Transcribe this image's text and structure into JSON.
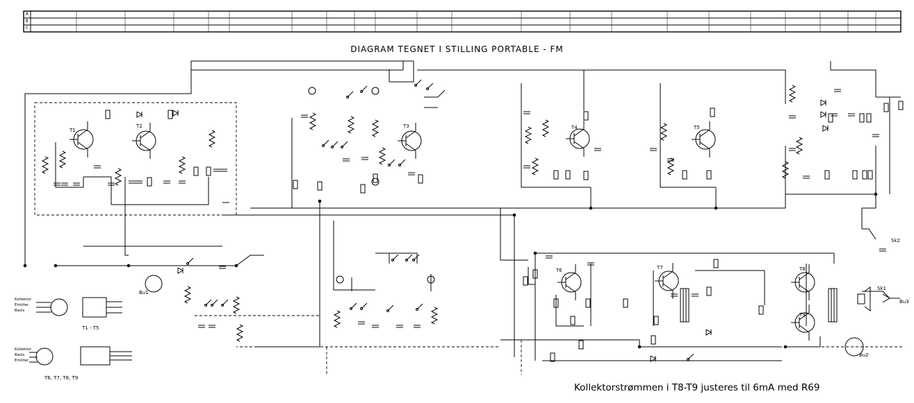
{
  "header_strip": {
    "rows": [
      "A",
      "B",
      "C"
    ]
  },
  "title": "DIAGRAM TEGNET I STILLING PORTABLE - FM",
  "note": "Kollektorstrømmen i T8-T9 justeres til 6mA med R69",
  "pinout_legends": [
    {
      "pins": [
        "Kollektor",
        "Emitter",
        "Basis"
      ],
      "caption": "T1 - T5"
    },
    {
      "pins": [
        "Kollektor",
        "Basis",
        "Emitter"
      ],
      "caption": "T6, T7, T8, T9"
    }
  ],
  "transistor_labels": [
    "T1",
    "T2",
    "T3",
    "T4",
    "T5",
    "T6",
    "T7",
    "T8",
    "T9"
  ],
  "connector_labels": [
    "Bu1",
    "Bu2",
    "Bu3",
    "Sk1",
    "Sk2"
  ]
}
